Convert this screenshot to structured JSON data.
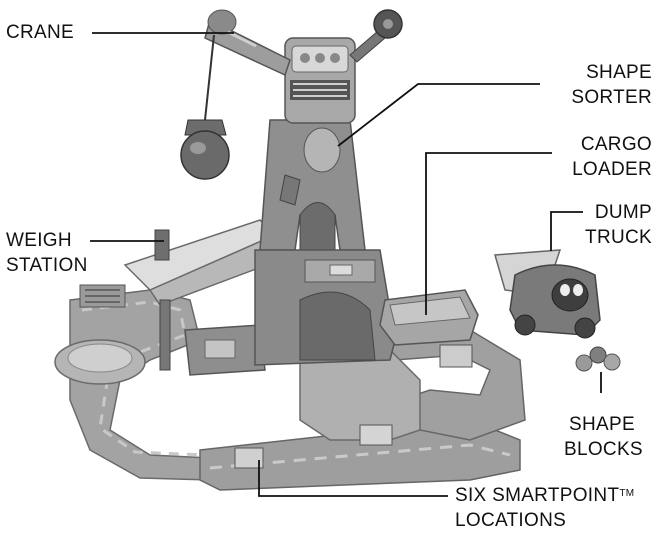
{
  "labels": {
    "crane": "CRANE",
    "shape_sorter": [
      "SHAPE",
      "SORTER"
    ],
    "cargo_loader": [
      "CARGO",
      "LOADER"
    ],
    "dump_truck": [
      "DUMP",
      "TRUCK"
    ],
    "weigh_station": [
      "WEIGH",
      "STATION"
    ],
    "shape_blocks": [
      "SHAPE",
      "BLOCKS"
    ],
    "smartpoint": [
      "SIX SMARTPOINT",
      "LOCATIONS"
    ],
    "trademark": "TM"
  },
  "colors": {
    "ink": "#111111",
    "body": "#8c8c8c",
    "light": "#c9c9c9",
    "dark": "#4a4a4a",
    "track": "#9a9a9a"
  }
}
